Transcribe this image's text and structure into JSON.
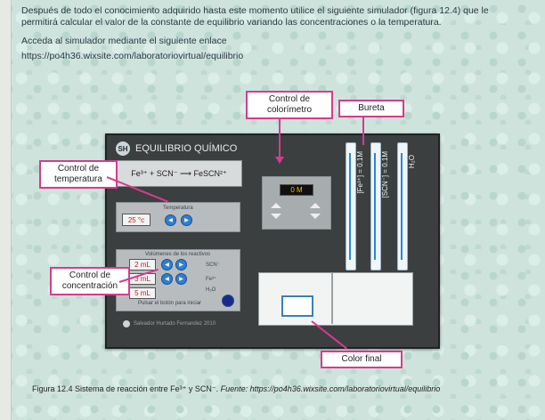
{
  "intro": {
    "p1": "Después de todo el conocimiento adquirido hasta este momento utilice el siguiente simulador (figura 12.4) que le permitirá calcular el valor de la constante de equilibrio variando las concentraciones o la temperatura.",
    "p2": "Acceda al simulador mediante el siguiente enlace",
    "url": "https://po4h36.wixsite.com/laboratoriovirtual/equilibrio"
  },
  "simulator": {
    "logo": "SH",
    "title": "EQUILIBRIO QUÍMICO",
    "reaction": "Fe³⁺ + SCN⁻ ⟶ FeSCN²⁺",
    "temp_label": "Temperatura",
    "temp_value": "25 °c",
    "vol_label": "Volúmenes de los reactivos",
    "vol_1": "2 mL",
    "vol_2": "3 mL",
    "vol_3": "5 mL",
    "reagent_1": "SCN⁻",
    "reagent_2": "Fe³⁺",
    "reagent_3": "H₂O",
    "start_label": "Pulsar el botón para iniciar",
    "footer": "Salvador Hurtado Fernandez 2010",
    "col_readout": "0 M",
    "bureta_1": "[Fe³⁺] = 0.1M",
    "bureta_2": "[SCN⁻] = 0.1M",
    "bureta_3": "H₂O"
  },
  "callouts": {
    "colorimetro": "Control de colorímetro",
    "bureta": "Bureta",
    "temperatura": "Control de temperatura",
    "concentracion": "Control de concentración",
    "color_final": "Color final"
  },
  "caption": {
    "label": "Figura 12.4",
    "text": "Sistema de reacción entre Fe³⁺ y SCN⁻.",
    "source_label": "Fuente:",
    "source_url": "https://po4h36.wixsite.com/laboratoriovirtual/equilibrio"
  },
  "colors": {
    "callout_border": "#d63b8f",
    "panel": "#3c3f40",
    "button": "#2e7fd0"
  }
}
